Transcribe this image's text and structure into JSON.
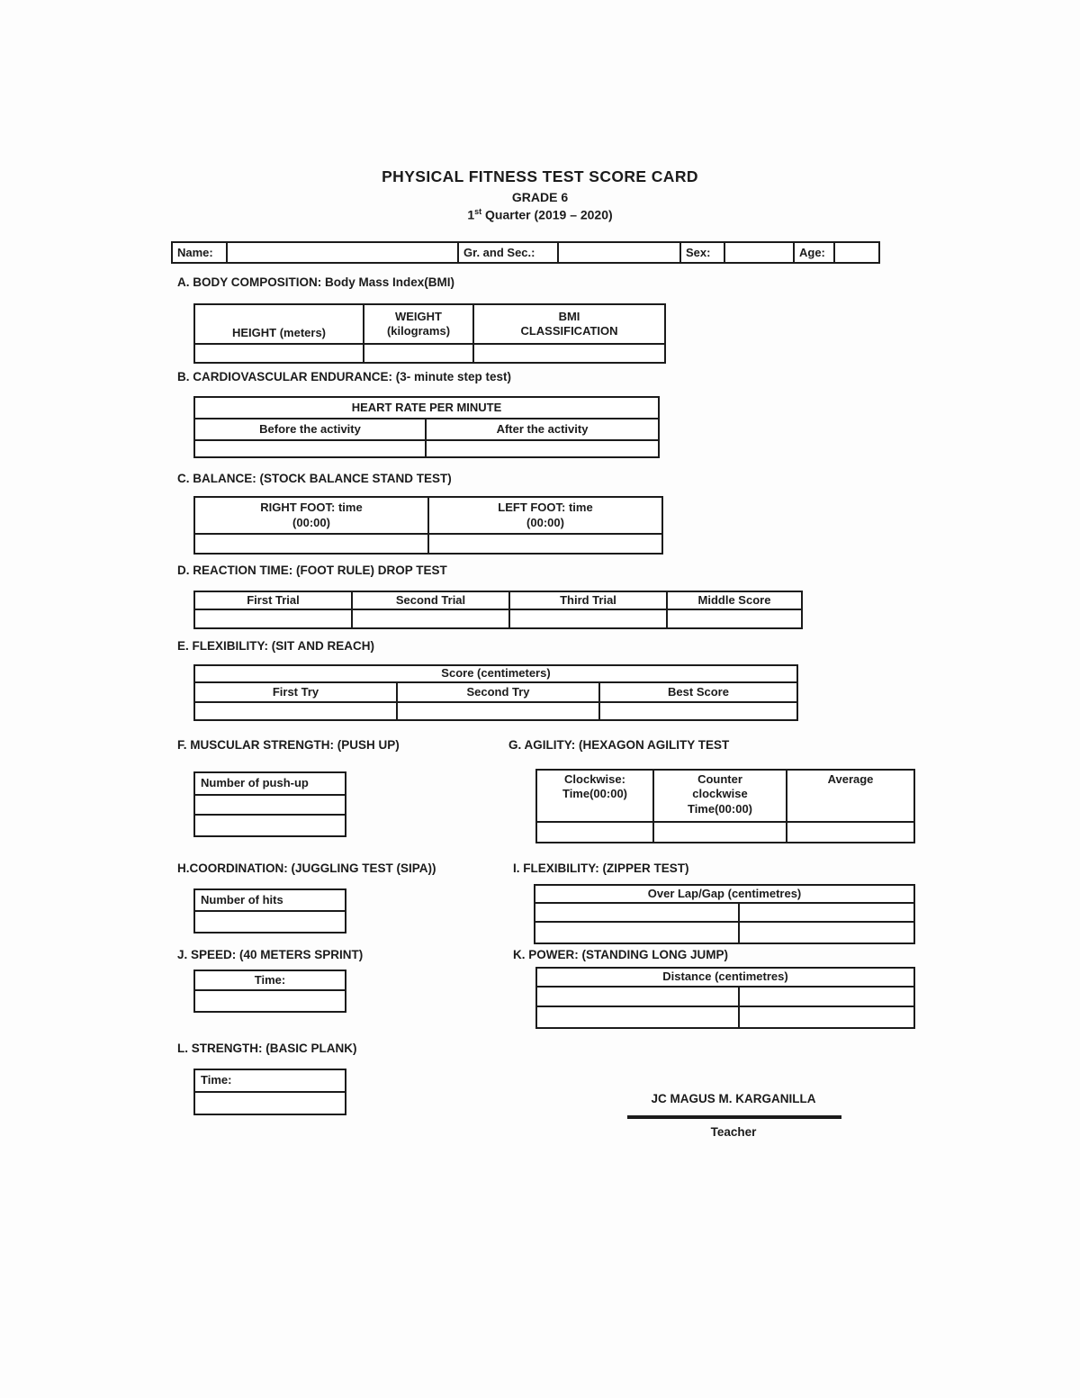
{
  "colors": {
    "ink": "#1b1b1b",
    "paper": "#fdfdfd"
  },
  "header": {
    "title": "PHYSICAL FITNESS TEST SCORE CARD",
    "grade": "GRADE 6",
    "quarter": {
      "num": "1",
      "sup": "st",
      "rest": " Quarter (2019 – 2020)"
    }
  },
  "info_bar": {
    "fields": [
      {
        "label": "Name:",
        "value": ""
      },
      {
        "label": "Gr. and Sec.:",
        "value": ""
      },
      {
        "label": "Sex:",
        "value": ""
      },
      {
        "label": "Age:",
        "value": ""
      }
    ]
  },
  "section_a": {
    "heading": "A. BODY COMPOSITION: Body Mass Index(BMI)",
    "columns": [
      "HEIGHT (meters)",
      [
        "WEIGHT",
        "(kilograms)"
      ],
      [
        "BMI",
        "CLASSIFICATION"
      ]
    ],
    "values": [
      "",
      "",
      ""
    ]
  },
  "section_b": {
    "heading": "B. CARDIOVASCULAR ENDURANCE: (3- minute step test)",
    "table_title": "HEART RATE PER MINUTE",
    "columns": [
      "Before the activity",
      "After the activity"
    ],
    "values": [
      "",
      ""
    ]
  },
  "section_c": {
    "heading": "C. BALANCE: (STOCK BALANCE STAND TEST)",
    "columns": [
      [
        "RIGHT FOOT: time",
        "(00:00)"
      ],
      [
        "LEFT FOOT: time",
        "(00:00)"
      ]
    ],
    "values": [
      "",
      ""
    ]
  },
  "section_d": {
    "heading": "D. REACTION TIME: (FOOT RULE) DROP TEST",
    "columns": [
      "First Trial",
      "Second Trial",
      "Third Trial",
      "Middle Score"
    ],
    "values": [
      "",
      "",
      "",
      ""
    ]
  },
  "section_e": {
    "heading": "E. FLEXIBILITY: (SIT AND REACH)",
    "table_title": "Score (centimeters)",
    "columns": [
      "First Try",
      "Second Try",
      "Best Score"
    ],
    "values": [
      "",
      "",
      ""
    ]
  },
  "section_f": {
    "heading": "F. MUSCULAR STRENGTH: (PUSH UP)",
    "label": "Number of push-up",
    "values": [
      "",
      ""
    ]
  },
  "section_g": {
    "heading": "G. AGILITY: (HEXAGON AGILITY TEST",
    "columns": [
      [
        "Clockwise:",
        "Time(00:00)"
      ],
      [
        "Counter",
        "clockwise",
        "Time(00:00)"
      ],
      [
        "Average"
      ]
    ],
    "values": [
      "",
      "",
      ""
    ]
  },
  "section_h": {
    "heading": "H.COORDINATION: (JUGGLING TEST (SIPA))",
    "label": "Number of hits",
    "values": [
      ""
    ]
  },
  "section_i": {
    "heading": "I. FLEXIBILITY: (ZIPPER TEST)",
    "table_title": "Over Lap/Gap (centimetres)",
    "values": [
      "",
      "",
      "",
      ""
    ]
  },
  "section_j": {
    "heading": "J. SPEED: (40 METERS SPRINT)",
    "label": "Time:",
    "values": [
      ""
    ]
  },
  "section_k": {
    "heading": "K. POWER: (STANDING LONG JUMP)",
    "table_title": "Distance (centimetres)",
    "values": [
      "",
      "",
      "",
      ""
    ]
  },
  "section_l": {
    "heading": "L. STRENGTH: (BASIC PLANK)",
    "label": "Time:",
    "values": [
      ""
    ]
  },
  "signature": {
    "name": "JC MAGUS M. KARGANILLA",
    "role": "Teacher"
  }
}
